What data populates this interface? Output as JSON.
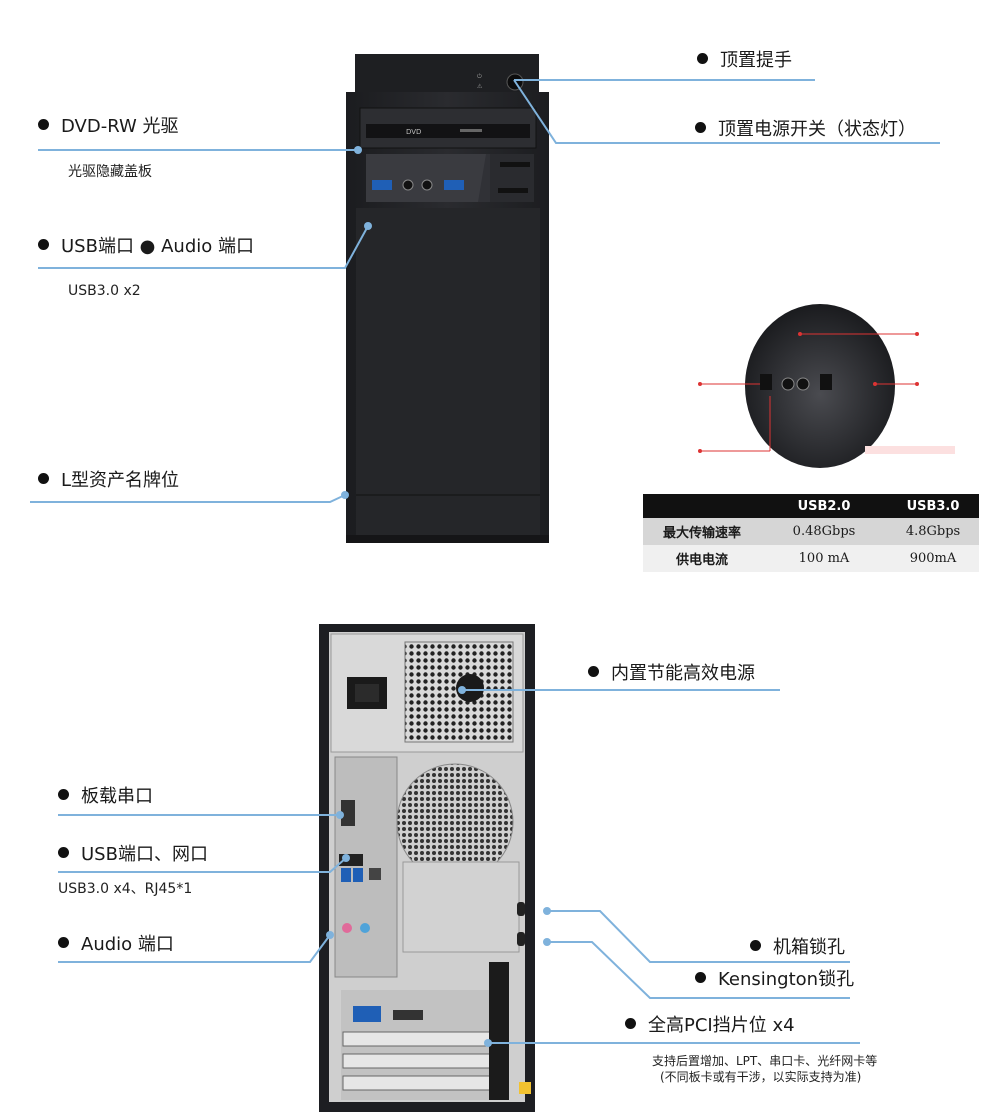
{
  "front": {
    "top_handle": "顶置提手",
    "power_switch": "顶置电源开关（状态灯）",
    "dvd": "DVD-RW 光驱",
    "dvd_sub": "光驱隐藏盖板",
    "usb_audio": "USB端口 ● Audio 端口",
    "usb_sub": "USB3.0 x2",
    "asset_plate": "L型资产名牌位"
  },
  "spec_table": {
    "headers": [
      "",
      "USB2.0",
      "USB3.0"
    ],
    "rows": [
      [
        "最大传输速率",
        "0.48Gbps",
        "4.8Gbps"
      ],
      [
        "供电电流",
        "100 mA",
        "900mA"
      ]
    ]
  },
  "rear": {
    "psu": "内置节能高效电源",
    "serial": "板载串口",
    "usb_lan": "USB端口、网口",
    "usb_lan_sub": "USB3.0 x4、RJ45*1",
    "audio": "Audio 端口",
    "chassis_lock": "机箱锁孔",
    "kensington": "Kensington锁孔",
    "pci": "全高PCI挡片位 x4",
    "pci_sub1": "支持后置增加、LPT、串口卡、光纤网卡等",
    "pci_sub2": "(不同板卡或有干涉，以实际支持为准)"
  },
  "colors": {
    "leader_line": "#7fb2dc",
    "case_body": "#222326",
    "rear_panel": "#c9c9c9",
    "table_header": "#111111"
  }
}
